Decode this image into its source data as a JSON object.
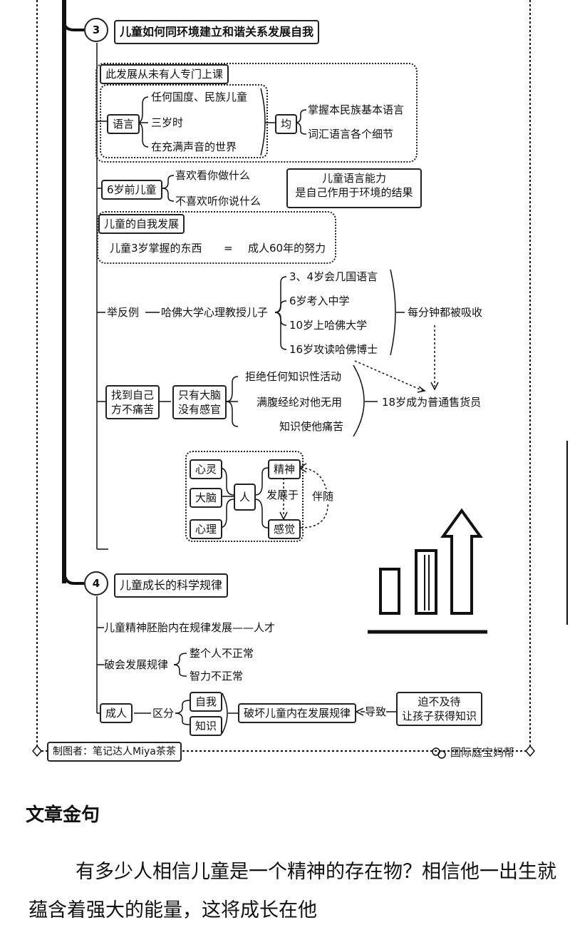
{
  "section3": {
    "number": "3",
    "title": "儿童如何同环境建立和谐关系发展自我",
    "note": "此发展从未有人专门上课",
    "language": {
      "label": "语言",
      "items": [
        "任何国度、民族儿童",
        "三岁时",
        "在充满声音的世界"
      ],
      "junction": "均",
      "results": [
        "掌握本民族基本语言",
        "词汇语言各个细节"
      ]
    },
    "under6": {
      "label": "6岁前儿童",
      "items": [
        "喜欢看你做什么",
        "不喜欢听你说什么"
      ],
      "callout_line1": "儿童语言能力",
      "callout_line2": "是自己作用于环境的结果"
    },
    "self_dev": {
      "label": "儿童的自我发展",
      "left": "儿童3岁掌握的东西",
      "eq": "=",
      "right": "成人60年的努力"
    },
    "example": {
      "label": "举反例",
      "subject": "哈佛大学心理教授儿子",
      "items": [
        "3、4岁会几国语言",
        "6岁考入中学",
        "10岁上哈佛大学",
        "16岁攻读哈佛博士"
      ],
      "absorb": "每分钟都被吸收"
    },
    "outcome": {
      "find_line1": "找到自己",
      "find_line2": "方不痛苦",
      "brain_line1": "只有大脑",
      "brain_line2": "没有感官",
      "reasons": [
        "拒绝任何知识性活动",
        "满腹经纶对他无用",
        "知识使他痛苦"
      ],
      "result": "18岁成为普通售货员"
    },
    "person": {
      "left": [
        "心灵",
        "大脑",
        "心理"
      ],
      "center": "人",
      "top": "精神",
      "bottom": "感觉",
      "mid": "发展于",
      "accompany": "伴随"
    }
  },
  "section4": {
    "number": "4",
    "title": "儿童成长的科学规律",
    "line1": "儿童精神胚胎内在规律发展——人才",
    "destroy": {
      "label": "破会发展规律",
      "items": [
        "整个人不正常",
        "智力不正常"
      ]
    },
    "adult": {
      "label": "成人",
      "diff": "区分",
      "items": [
        "自我",
        "知识"
      ],
      "destroy_box": "破坏儿童内在发展规律",
      "cause": "导致",
      "eager_line1": "迫不及待",
      "eager_line2": "让孩子获得知识"
    }
  },
  "footer": {
    "author": "制图者：笔记达人Miya茶茶",
    "watermark": "国际庭宝妈帮"
  },
  "article": {
    "heading": "文章金句",
    "para": "有多少人相信儿童是一个精神的存在物？相信他一出生就蕴含着强大的能量，这将成长在他",
    "colors": {
      "ink": "#222222",
      "bg": "#ffffff"
    }
  }
}
